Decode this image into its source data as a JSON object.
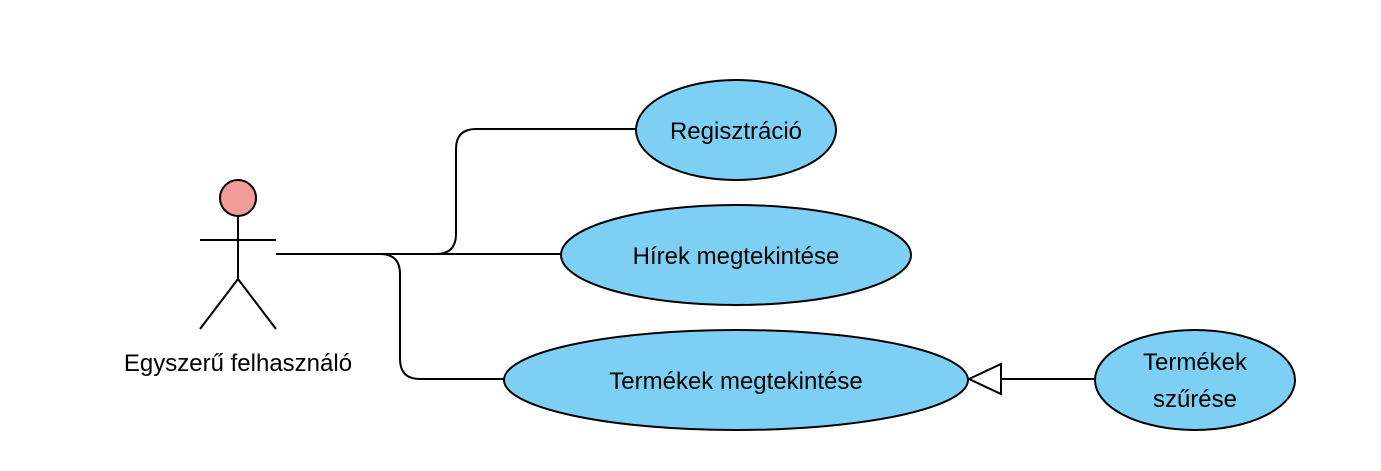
{
  "diagram": {
    "actor": {
      "label": "Egyszerű felhasználó",
      "head_color": "#F19C99"
    },
    "use_cases": [
      {
        "id": "registration",
        "label": "Regisztráció"
      },
      {
        "id": "view-news",
        "label": "Hírek megtekintése"
      },
      {
        "id": "view-products",
        "label": "Termékek megtekintése"
      },
      {
        "id": "filter-products",
        "label_line1": "Termékek",
        "label_line2": "szűrése"
      }
    ],
    "colors": {
      "use_case_fill": "#7DD0F4",
      "line": "#000000",
      "background": "#FFFFFF"
    },
    "relationships": [
      {
        "from": "actor",
        "to": "registration",
        "type": "association"
      },
      {
        "from": "actor",
        "to": "view-news",
        "type": "association"
      },
      {
        "from": "actor",
        "to": "view-products",
        "type": "association"
      },
      {
        "from": "filter-products",
        "to": "view-products",
        "type": "generalization"
      }
    ]
  }
}
